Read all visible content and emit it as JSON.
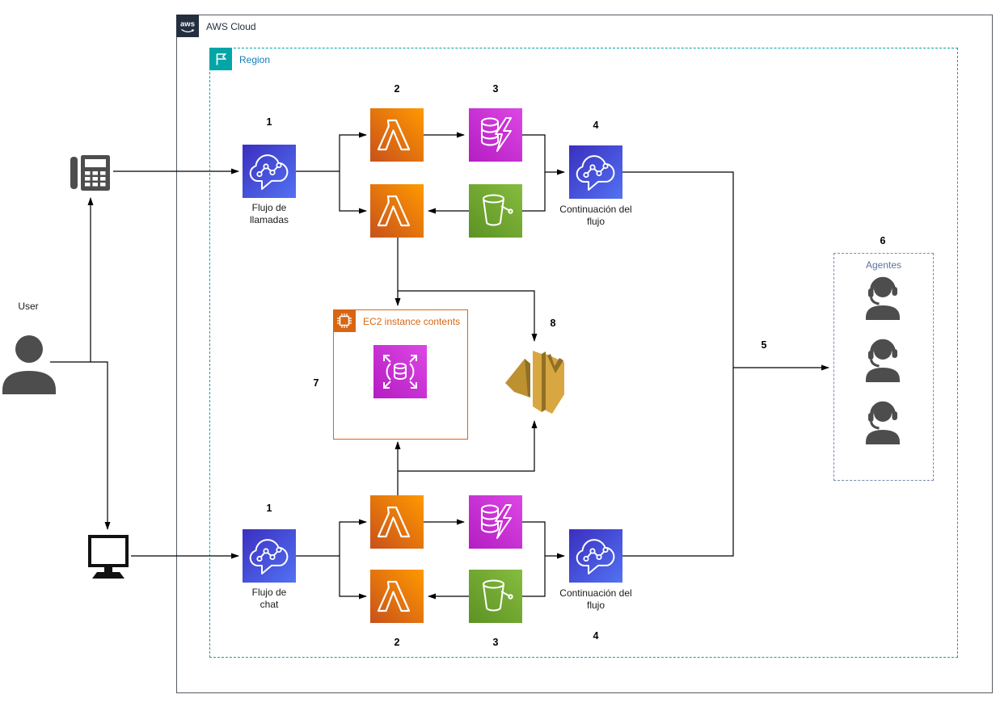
{
  "containers": {
    "aws_cloud": {
      "label": "AWS Cloud"
    },
    "region": {
      "label": "Region"
    },
    "ec2_box": {
      "label": "EC2 instance contents"
    },
    "agents_box": {
      "label": "Agentes"
    }
  },
  "actors": {
    "user": {
      "label": "User"
    }
  },
  "nodes": {
    "call_flow": {
      "step": "1",
      "label_line1": "Flujo de",
      "label_line2": "llamadas"
    },
    "lambda_call": {
      "step": "2"
    },
    "cache_call": {
      "step": "3"
    },
    "continuation_call": {
      "step": "4",
      "label_line1": "Continuación del",
      "label_line2": "flujo"
    },
    "chat_flow": {
      "step": "1",
      "label_line1": "Flujo de",
      "label_line2": "chat"
    },
    "lambda_chat": {
      "step": "2"
    },
    "s3_chat": {
      "step": "3"
    },
    "continuation_chat": {
      "step": "4",
      "label_line1": "Continuación del",
      "label_line2": "flujo"
    },
    "to_agents": {
      "step": "5"
    },
    "agents": {
      "step": "6"
    },
    "ec2_database": {
      "step": "7"
    },
    "lex": {
      "step": "8"
    }
  },
  "icons": {
    "aws_logo": "aws-logo",
    "region_flag": "region-flag",
    "ec2_chip": "ec2-chip",
    "connect": "amazon-connect-cloud-chat",
    "lambda": "aws-lambda",
    "cache": "database-lightning-elasticache",
    "s3": "s3-bucket",
    "ec2_database": "database-scaling",
    "lex": "amazon-lex-gold",
    "agent": "agent-headset-person",
    "phone": "desk-phone",
    "monitor": "desktop-monitor",
    "user": "person-silhouette"
  },
  "colors": {
    "connect_gradient": [
      "#3B2FC0",
      "#5272F2"
    ],
    "lambda_gradient": [
      "#C8511B",
      "#FF9900"
    ],
    "cache_gradient": [
      "#B41DC2",
      "#DC47E4"
    ],
    "s3_gradient": [
      "#5C9223",
      "#86BC3F"
    ],
    "ec2_orange": "#D86613",
    "region_teal": "#04A5A7",
    "region_label_blue": "#147EBA",
    "aws_dark": "#232F3E",
    "cloud_border_gray": "#545B64",
    "agents_border": "#7A8BAD",
    "agents_label": "#5D749C",
    "figure_gray": "#4D4D4D",
    "connector_black": "#000000",
    "lex_gold": "#D9A741",
    "lex_dark": "#8F7026",
    "lex_mid": "#BD9130"
  }
}
